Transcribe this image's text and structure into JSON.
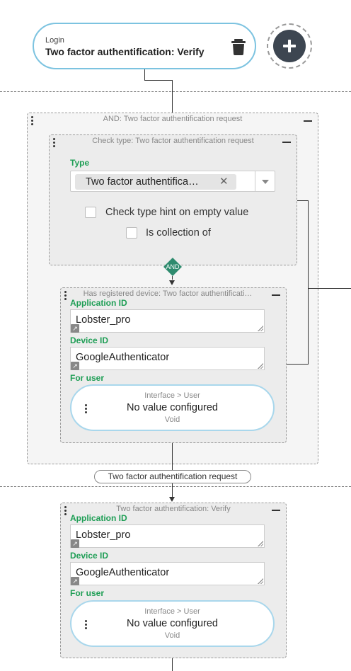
{
  "login_node": {
    "label": "Login",
    "title": "Two factor authentification: Verify"
  },
  "and_group": {
    "title": "AND: Two factor authentification request"
  },
  "check_type": {
    "title": "Check type: Two factor authentification request",
    "type_label": "Type",
    "type_value": "Two factor authentifica…",
    "hint_label": "Check type hint on empty value",
    "collection_label": "Is collection of"
  },
  "and_badge": "AND",
  "registered_device": {
    "title": "Has registered device: Two factor authentificati…",
    "app_id_label": "Application ID",
    "app_id_value": "Lobster_pro",
    "device_id_label": "Device ID",
    "device_id_value": "GoogleAuthenticator",
    "for_user_label": "For user",
    "user_crumb": "Interface > User",
    "user_value": "No value configured",
    "user_type": "Void"
  },
  "edge_label": "Two factor authentification request",
  "verify_node": {
    "title": "Two factor authentification: Verify",
    "app_id_label": "Application ID",
    "app_id_value": "Lobster_pro",
    "device_id_label": "Device ID",
    "device_id_value": "GoogleAuthenticator",
    "for_user_label": "For user",
    "user_crumb": "Interface > User",
    "user_value": "No value configured",
    "user_type": "Void"
  },
  "colors": {
    "accent_green": "#1e9e55",
    "pill_border": "#7cc3e0",
    "add_button": "#3d4651",
    "and_diamond": "#2e8b6e"
  },
  "icons": [
    "trash-icon",
    "plus-icon",
    "kebab-icon",
    "minus-icon",
    "close-icon",
    "caret-down-icon",
    "link-icon",
    "resize-handle-icon"
  ]
}
